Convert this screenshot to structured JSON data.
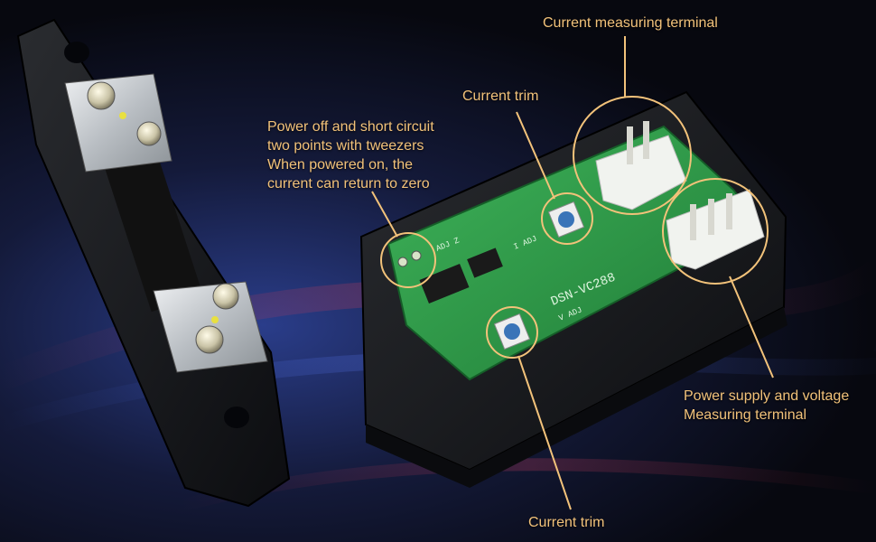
{
  "colors": {
    "annotation": "#f2c27a",
    "background_dark": "#07080f",
    "background_glow_blue": "#2a3d8a",
    "pcb_green": "#2f9a4a",
    "connector_white": "#e9ece8",
    "shunt_metal": "#c9cdd0"
  },
  "annotations": {
    "current_terminal": "Current measuring terminal",
    "current_trim_top": "Current trim",
    "zero_reset": {
      "line1": "Power off and short circuit",
      "line2": "two points with tweezers",
      "line3": "When powered on, the",
      "line4": "current can return to zero"
    },
    "power_supply": {
      "line1": "Power supply and voltage",
      "line2": "Measuring terminal"
    },
    "current_trim_bottom": "Current trim"
  },
  "pcb_silkscreen": {
    "board_id": "DSN-VC288",
    "adj_zero": "ADJ Z",
    "i_adj": "I ADJ",
    "v_adj": "V ADJ"
  }
}
